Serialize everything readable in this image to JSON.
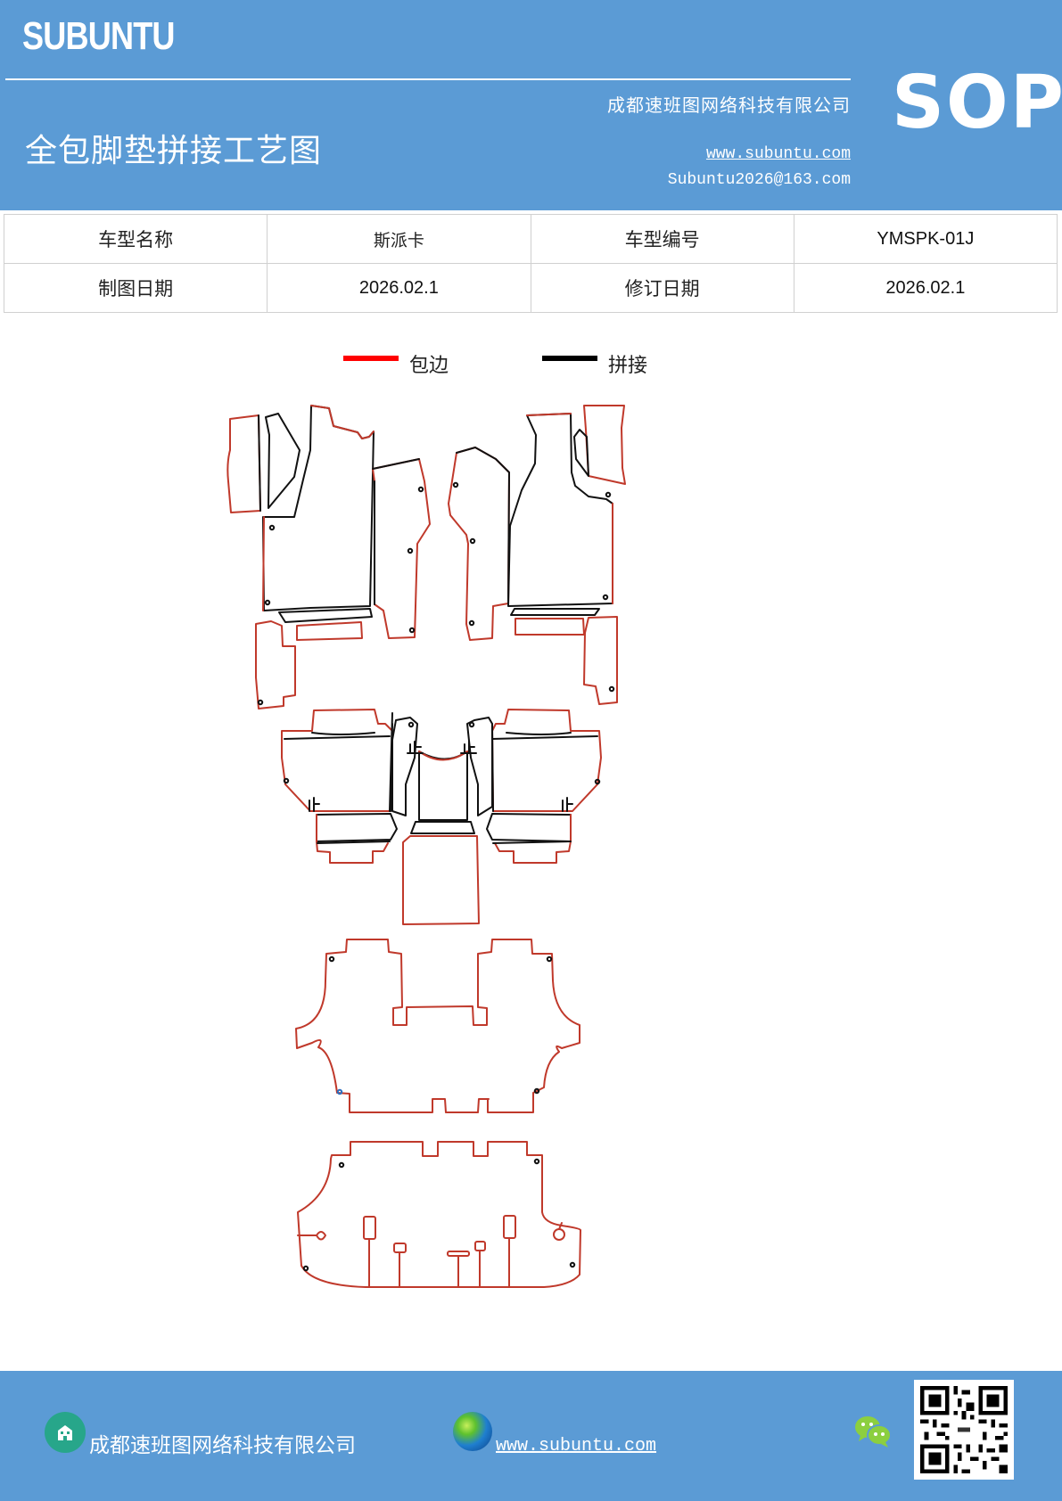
{
  "header": {
    "brand": "SUBUNTU",
    "title": "全包脚垫拼接工艺图",
    "company": "成都速班图网络科技有限公司",
    "website": "www.subuntu.com",
    "email": "Subuntu2026@163.com",
    "badge": "SOP",
    "background_color": "#5b9bd5"
  },
  "info_table": {
    "rows": [
      {
        "label1": "车型名称",
        "value1": "斯派卡",
        "label2": "车型编号",
        "value2": "YMSPK-01J"
      },
      {
        "label1": "制图日期",
        "value1": "2026.02.1",
        "label2": "修订日期",
        "value2": "2026.02.1"
      }
    ]
  },
  "legend": {
    "items": [
      {
        "label": "包边",
        "color": "#ff0000",
        "meaning": "edge binding"
      },
      {
        "label": "拼接",
        "color": "#000000",
        "meaning": "splicing"
      }
    ]
  },
  "diagram": {
    "description": "Full-surround floor mat splicing pattern diagram",
    "colors": {
      "binding": "#c0392b",
      "splice": "#111111"
    },
    "sections": [
      "front-row mats",
      "second-row mats",
      "third-row mat",
      "trunk mat"
    ]
  },
  "footer": {
    "company": "成都速班图网络科技有限公司",
    "website": "www.subuntu.com",
    "icons": [
      "building-icon",
      "globe-icon",
      "wechat-icon",
      "qr-code"
    ]
  }
}
